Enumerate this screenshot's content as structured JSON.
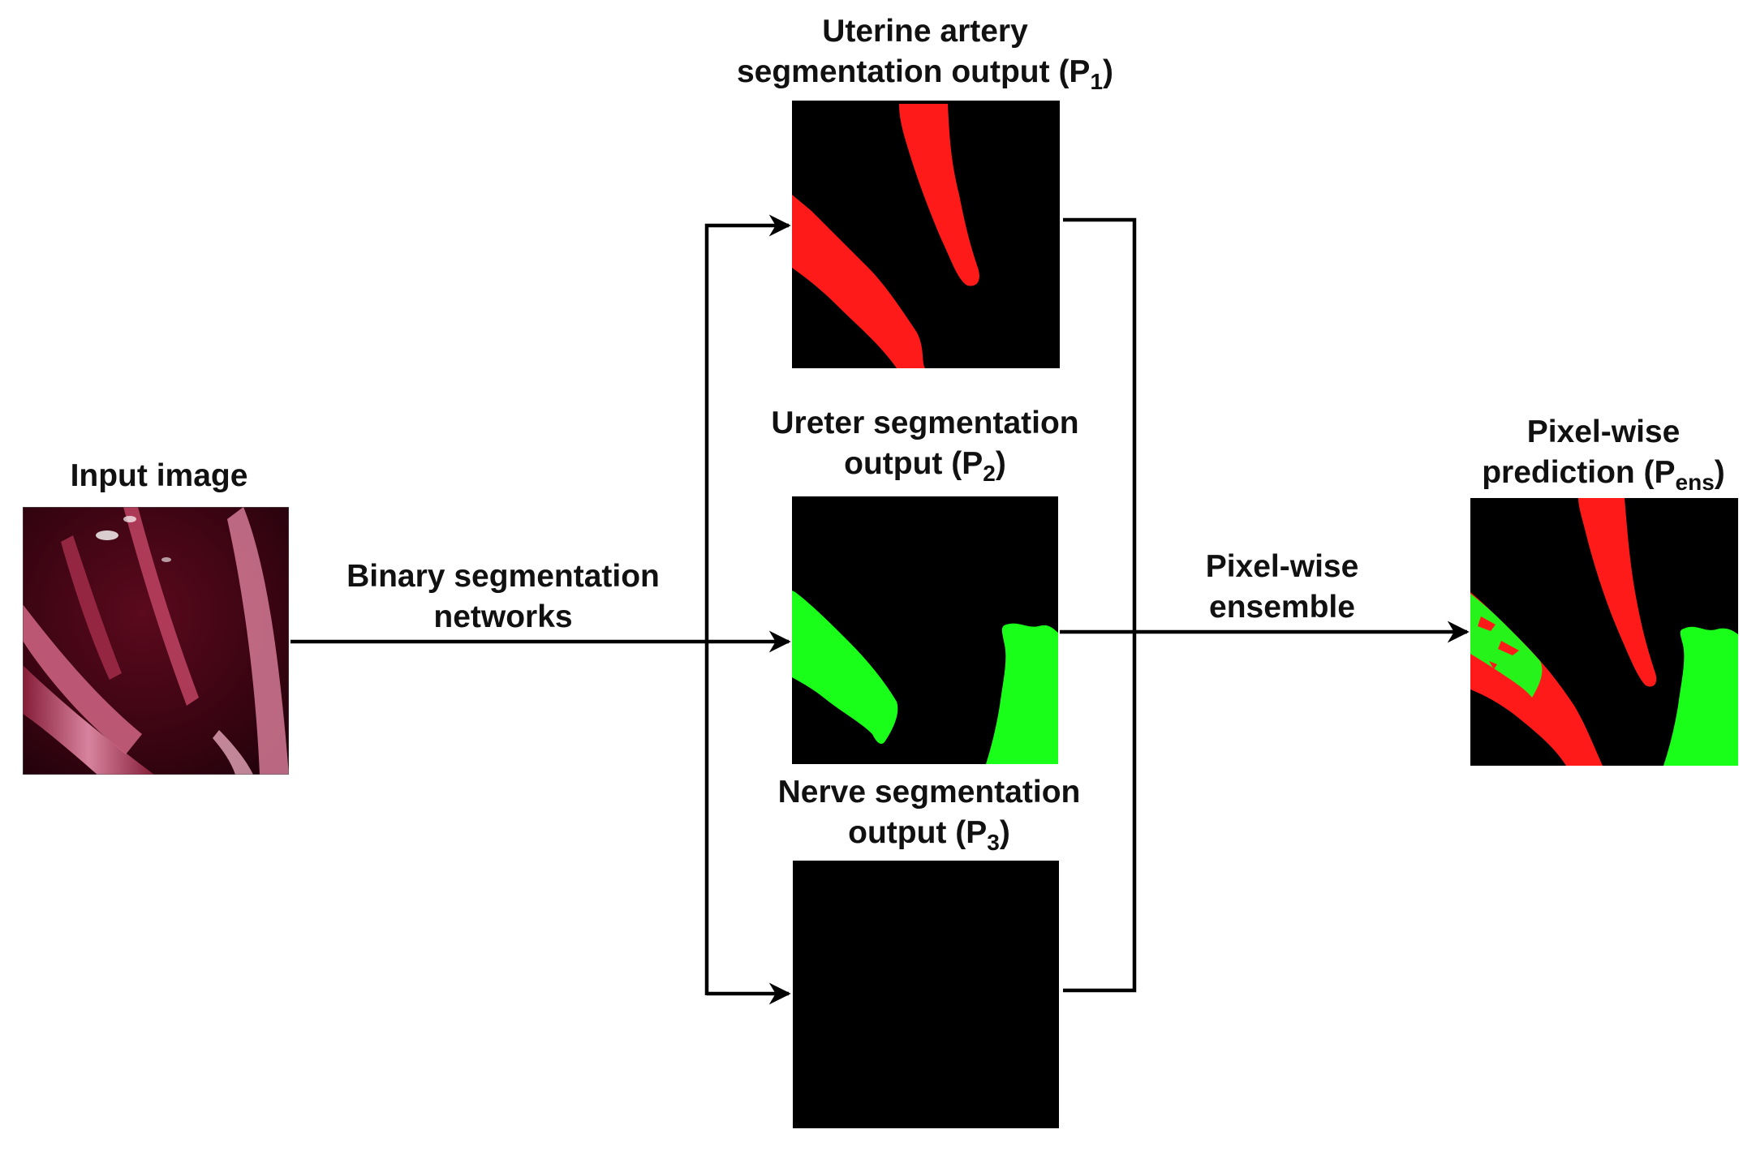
{
  "title": {
    "input": "Input image",
    "p1_line1": "Uterine artery",
    "p1_line2": "segmentation output (P",
    "p1_sub": "1",
    "p1_close": ")",
    "p2_line1": "Ureter segmentation",
    "p2_line2": "output (P",
    "p2_sub": "2",
    "p2_close": ")",
    "p3_line1": "Nerve segmentation",
    "p3_line2": "output (P",
    "p3_sub": "3",
    "p3_close": ")",
    "ens_line1": "Pixel-wise",
    "ens_line2": "prediction (P",
    "ens_sub": "ens",
    "ens_close": ")"
  },
  "edges": {
    "binary_line1": "Binary segmentation",
    "binary_line2": "networks",
    "ensemble_line1": "Pixel-wise",
    "ensemble_line2": "ensemble"
  },
  "colors": {
    "artery_mask": "#ff1a1a",
    "ureter_mask": "#1aff1a",
    "mask_background": "#000000",
    "arrow": "#000000"
  }
}
